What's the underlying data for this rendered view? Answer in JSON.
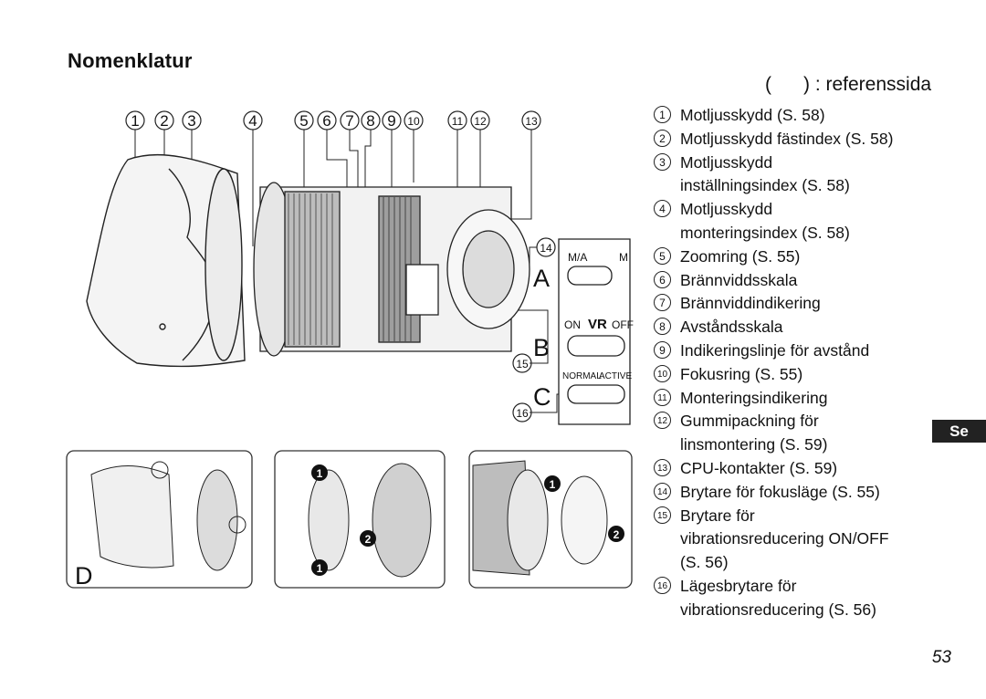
{
  "header": {
    "title": "Nomenklatur",
    "reference_note": "(      ) : referenssida"
  },
  "figure": {
    "callout_numbers": [
      "1",
      "2",
      "3",
      "4",
      "5",
      "6",
      "7",
      "8",
      "9",
      "10",
      "11",
      "12",
      "13",
      "14",
      "15",
      "16"
    ],
    "panel_letters": {
      "a": "A",
      "b": "B",
      "c": "C",
      "d": "D"
    },
    "switch_labels": {
      "a_left": "M/A",
      "a_right": "M",
      "b_left": "ON",
      "b_mid": "VR",
      "b_right": "OFF",
      "c_left": "NORMAL",
      "c_right": "ACTIVE"
    },
    "step_markers": {
      "one": "1",
      "two": "2"
    }
  },
  "legend": {
    "items": [
      {
        "num": "1",
        "text": "Motljusskydd (S. 58)"
      },
      {
        "num": "2",
        "text": "Motljusskydd fästindex (S. 58)"
      },
      {
        "num": "3",
        "text": "Motljusskydd\ninställningsindex (S. 58)"
      },
      {
        "num": "4",
        "text": "Motljusskydd\nmonteringsindex (S. 58)"
      },
      {
        "num": "5",
        "text": "Zoomring (S. 55)"
      },
      {
        "num": "6",
        "text": "Brännviddsskala"
      },
      {
        "num": "7",
        "text": "Brännviddindikering"
      },
      {
        "num": "8",
        "text": "Avståndsskala"
      },
      {
        "num": "9",
        "text": "Indikeringslinje för avstånd"
      },
      {
        "num": "10",
        "text": "Fokusring (S. 55)"
      },
      {
        "num": "11",
        "text": "Monteringsindikering"
      },
      {
        "num": "12",
        "text": "Gummipackning för\nlinsmontering (S. 59)"
      },
      {
        "num": "13",
        "text": "CPU-kontakter (S. 59)"
      },
      {
        "num": "14",
        "text": "Brytare för fokusläge (S. 55)"
      },
      {
        "num": "15",
        "text": "Brytare för\nvibrationsreducering ON/OFF\n(S. 56)"
      },
      {
        "num": "16",
        "text": "Lägesbrytare för\nvibrationsreducering (S. 56)"
      }
    ]
  },
  "side_tab": {
    "label": "Se"
  },
  "footer": {
    "page_number": "53"
  }
}
